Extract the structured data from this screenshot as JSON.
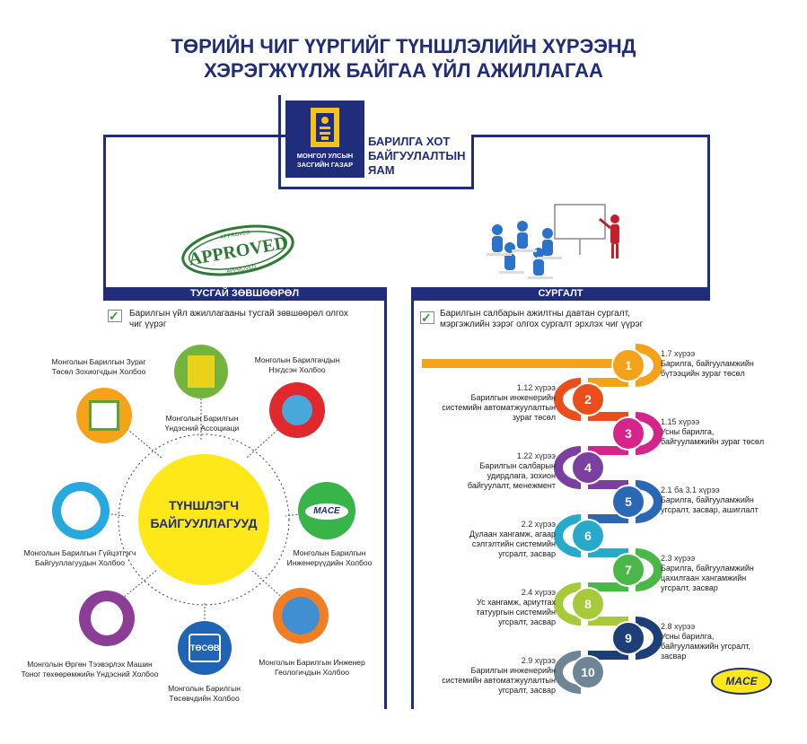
{
  "title": {
    "line1": "ТӨРИЙН ЧИГ ҮҮРГИЙГ ТҮНШЛЭЛИЙН ХҮРЭЭНД",
    "line2": "ХЭРЭГЖҮҮЛЖ БАЙГАА ҮЙЛ АЖИЛЛАГАА"
  },
  "ministry": {
    "logo_caption_1": "МОНГОЛ УЛСЫН",
    "logo_caption_2": "ЗАСГИЙН ГАЗАР",
    "name_1": "БАРИЛГА ХОТ",
    "name_2": "БАЙГУУЛАЛТЫН",
    "name_3": "ЯАМ"
  },
  "left": {
    "header": "ТУСГАЙ ЗӨВШӨӨРӨЛ",
    "stamp_text": "APPROVED",
    "stamp_small": "APPROVED",
    "checklist_1": "Барилгын үйл ажиллагааны тусгай зөвшөөрөл олгох",
    "checklist_2": "чиг үүрэг",
    "center_1": "ТҮНШЛЭГЧ",
    "center_2": "БАЙГУУЛЛАГУУД",
    "orgs": {
      "o1a": "Монголын Барилгын Зураг",
      "o1b": "Төсөл Зохиогчдын Холбоо",
      "o2a": "Монголын Барилгын",
      "o2b": "Үндэсний Ассоциаци",
      "o3a": "Монголын Барилгачдын",
      "o3b": "Нэгдсэн Холбоо",
      "o4a": "Монголын Барилгын Гүйцэтгэгч",
      "o4b": "Байгууллагуудын Холбоо",
      "o5a": "Монголын Барилгын",
      "o5b": "Инженерүүдийн Холбоо",
      "o6a": "Монголын Өргөн Тээвэрлэх Машин",
      "o6b": "Тоног төхөөрөмжийн Үндэсний Холбоо",
      "o7a": "Монголын Барилгын",
      "o7b": "Төсөвчдийн Холбоо",
      "o8a": "Монголын Барилгын Инженер",
      "o8b": "Геологичдын Холбоо"
    },
    "logo_mace": "MACE",
    "logo_tosov": "ТӨСӨВ"
  },
  "right": {
    "header": "СУРГАЛТ",
    "checklist_1": "Барилгын салбарын ажилтны давтан сургалт,",
    "checklist_2": "мэргэжлийн зэрэг олгох сургалт эрхлэх чиг үүрэг",
    "steps": [
      {
        "n": "1",
        "year": "1.7 хүрээ",
        "l1": "Барилга, байгууламжийн",
        "l2": "бүтээцийн зураг төсөл",
        "l3": ""
      },
      {
        "n": "2",
        "year": "1.12 хүрээ",
        "l1": "Барилгын инженерийн",
        "l2": "системийн автоматжуулалтын",
        "l3": "зураг төсөл"
      },
      {
        "n": "3",
        "year": "1.15 хүрээ",
        "l1": "Усны барилга,",
        "l2": "байгууламжийн зураг төсөл",
        "l3": ""
      },
      {
        "n": "4",
        "year": "1.22 хүрээ",
        "l1": "Барилгын салбарын",
        "l2": "удирдлага, зохион",
        "l3": "байгуулалт, менежмент"
      },
      {
        "n": "5",
        "year": "2.1 ба 3.1 хүрээ",
        "l1": "Барилга, байгууламжийн",
        "l2": "угсралт, засвар, ашиглалт",
        "l3": ""
      },
      {
        "n": "6",
        "year": "2.2 хүрээ",
        "l1": "Дулаан хангамж, агаар",
        "l2": "сэлгэлтийн системийн",
        "l3": "угсралт, засвар"
      },
      {
        "n": "7",
        "year": "2.3 хүрээ",
        "l1": "Барилга, байгууламжийн",
        "l2": "цахилгаан хангамжийн",
        "l3": "угсралт, засвар"
      },
      {
        "n": "8",
        "year": "2.4 хүрээ",
        "l1": "Ус хангамж, ариутгах",
        "l2": "татуургын системийн",
        "l3": "угсралт, засвар"
      },
      {
        "n": "9",
        "year": "2.8 хүрээ",
        "l1": "Усны барилга,",
        "l2": "байгууламжийн угсралт,",
        "l3": "засвар"
      },
      {
        "n": "10",
        "year": "2.9 хүрээ",
        "l1": "Барилгын инженерийн",
        "l2": "системийн автоматжуулалтын",
        "l3": "угсралт, засвар"
      }
    ],
    "mace": "MACE"
  },
  "colors": {
    "navy": "#1f2d7a",
    "step_colors": [
      "#f5a21b",
      "#e94e1b",
      "#d6248b",
      "#7b3fa0",
      "#2a68b5",
      "#27a9c9",
      "#4bb749",
      "#a8c93a",
      "#1c3f78",
      "#6d8595"
    ],
    "yellow": "#ffe81a"
  }
}
